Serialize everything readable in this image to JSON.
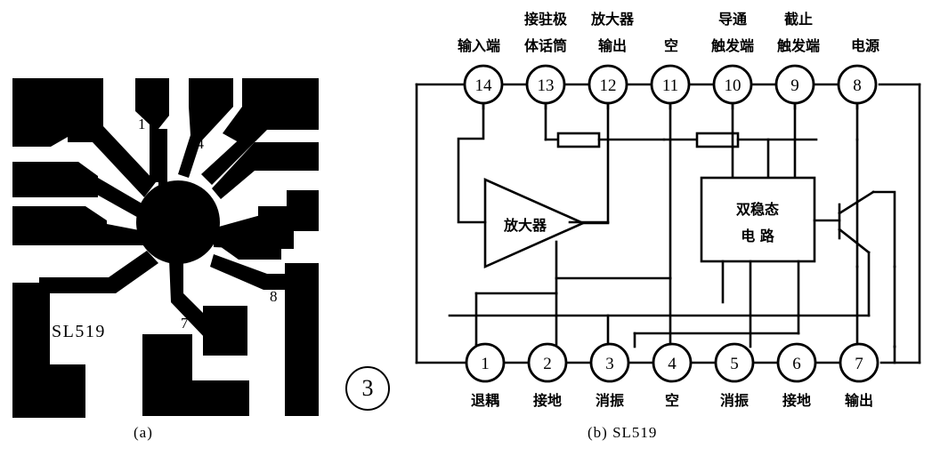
{
  "figure": {
    "number": "3",
    "panel_a": {
      "caption": "(a)",
      "chip_name": "SL519",
      "pad_labels": [
        "1",
        "14",
        "7",
        "8"
      ]
    },
    "panel_b": {
      "caption": "(b) SL519",
      "device": "SL519",
      "top_pins": [
        {
          "number": "14",
          "label_top": "",
          "label_bottom": "输入端"
        },
        {
          "number": "13",
          "label_top": "接驻极",
          "label_bottom": "体话筒"
        },
        {
          "number": "12",
          "label_top": "放大器",
          "label_bottom": "输出"
        },
        {
          "number": "11",
          "label_top": "",
          "label_bottom": "空"
        },
        {
          "number": "10",
          "label_top": "导通",
          "label_bottom": "触发端"
        },
        {
          "number": "9",
          "label_top": "截止",
          "label_bottom": "触发端"
        },
        {
          "number": "8",
          "label_top": "",
          "label_bottom": "电源"
        }
      ],
      "bottom_pins": [
        {
          "number": "1",
          "label": "退耦"
        },
        {
          "number": "2",
          "label": "接地"
        },
        {
          "number": "3",
          "label": "消振"
        },
        {
          "number": "4",
          "label": "空"
        },
        {
          "number": "5",
          "label": "消振"
        },
        {
          "number": "6",
          "label": "接地"
        },
        {
          "number": "7",
          "label": "输出"
        }
      ],
      "blocks": [
        {
          "name": "amplifier",
          "shape": "triangle",
          "text": "放大器"
        },
        {
          "name": "bistable-circuit",
          "shape": "rect",
          "line1": "双稳态",
          "line2": "电  路"
        },
        {
          "name": "output-transistor",
          "shape": "transistor",
          "text": ""
        }
      ],
      "components": [
        {
          "name": "resistor-1",
          "type": "resistor"
        },
        {
          "name": "resistor-2",
          "type": "resistor"
        }
      ]
    }
  },
  "colors": {
    "ink": "#000000",
    "paper": "#ffffff"
  }
}
